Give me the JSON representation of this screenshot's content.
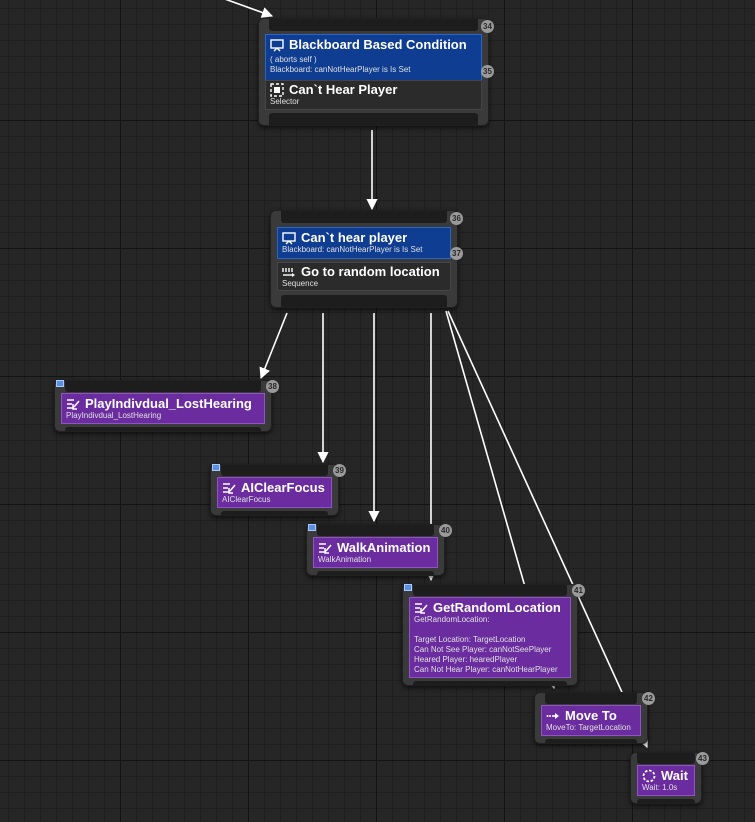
{
  "nodes": {
    "n34": {
      "index": "34",
      "decorator": {
        "index": "35",
        "title": "Blackboard Based Condition",
        "lines": [
          "( aborts self )",
          "Blackboard: canNotHearPlayer is Is Set"
        ],
        "icon": "monitor-icon"
      },
      "composite": {
        "title": "Can`t Hear Player",
        "subtitle": "Selector",
        "icon": "selector-icon"
      }
    },
    "n36": {
      "index": "36",
      "decorator": {
        "index": "37",
        "title": "Can`t hear player",
        "lines": [
          "Blackboard: canNotHearPlayer is Is Set"
        ],
        "icon": "monitor-icon"
      },
      "composite": {
        "title": "Go to random location",
        "subtitle": "Sequence",
        "icon": "sequence-icon"
      }
    },
    "n38": {
      "index": "38",
      "title": "PlayIndivdual_LostHearing",
      "subtitle": "PlayIndivdual_LostHearing",
      "icon": "task-icon"
    },
    "n39": {
      "index": "39",
      "title": "AIClearFocus",
      "subtitle": "AIClearFocus",
      "icon": "task-icon"
    },
    "n40": {
      "index": "40",
      "title": "WalkAnimation",
      "subtitle": "WalkAnimation",
      "icon": "task-icon"
    },
    "n41": {
      "index": "41",
      "title": "GetRandomLocation",
      "subtitle": "GetRandomLocation:",
      "params": [
        "Target Location: TargetLocation",
        "Can Not See Player: canNotSeePlayer",
        "Heared Player: hearedPlayer",
        "Can Not Hear Player: canNotHearPlayer"
      ],
      "icon": "task-icon"
    },
    "n42": {
      "index": "42",
      "title": "Move To",
      "subtitle": "MoveTo: TargetLocation",
      "icon": "move-to-icon"
    },
    "n43": {
      "index": "43",
      "title": "Wait",
      "subtitle": "Wait: 1.0s",
      "icon": "wait-icon"
    }
  },
  "colors": {
    "decorator": "#0e3d92",
    "task": "#6a2c9e",
    "composite": "#2b2b2b",
    "wire": "#ffffff",
    "grid": "#262626"
  }
}
